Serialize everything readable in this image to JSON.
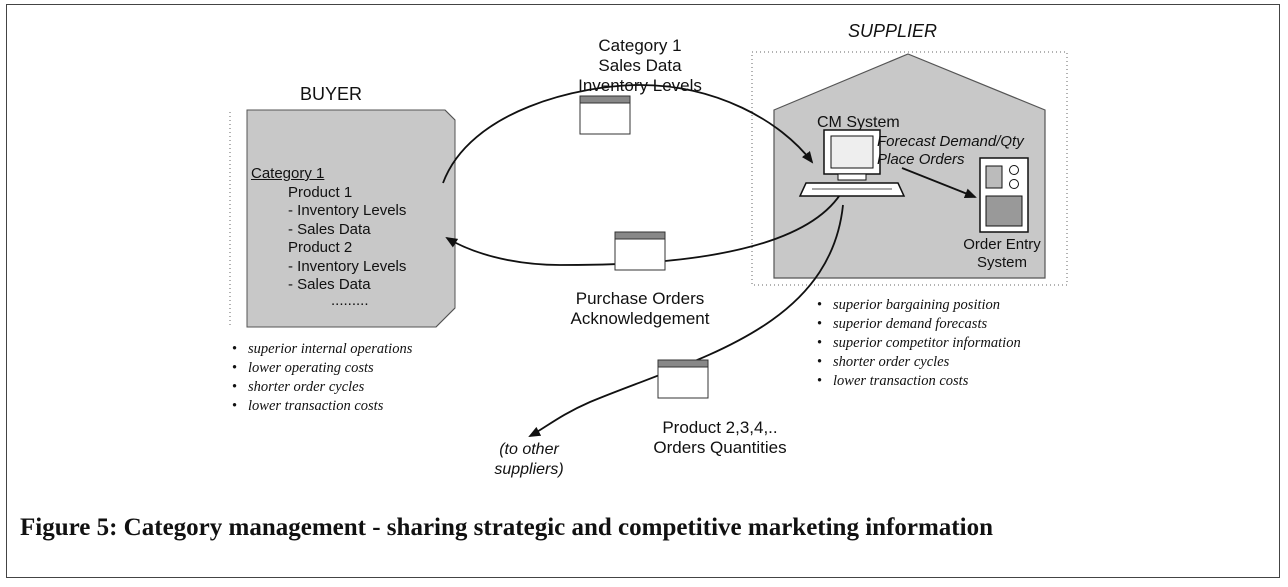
{
  "labels": {
    "buyer": "BUYER",
    "supplier": "SUPPLIER",
    "top_flow": [
      "Category 1",
      "Sales Data",
      "Inventory Levels"
    ],
    "bottom_flow": [
      "Purchase Orders",
      "Acknowledgement"
    ],
    "other_flow": [
      "Product 2,3,4,..",
      "Orders Quantities"
    ],
    "to_other": [
      "(to other",
      "suppliers)"
    ],
    "cm_system": "CM System",
    "forecast": [
      "Forecast Demand/Qty",
      "Place Orders"
    ],
    "order_entry": [
      "Order Entry",
      "System"
    ]
  },
  "buyer_box": {
    "category": "Category 1",
    "lines": [
      "Product 1",
      "- Inventory Levels",
      "- Sales Data",
      "Product 2",
      "- Inventory Levels",
      "- Sales Data",
      "........."
    ]
  },
  "buyer_benefits": [
    "superior internal operations",
    "lower operating costs",
    "shorter order cycles",
    "lower transaction costs"
  ],
  "supplier_benefits": [
    "superior bargaining position",
    "superior demand forecasts",
    "superior competitor information",
    "shorter order cycles",
    "lower transaction costs"
  ],
  "caption": "Figure 5: Category management - sharing strategic and competitive marketing information",
  "colors": {
    "fill_gray": "#c8c8c8",
    "line": "#111111"
  }
}
